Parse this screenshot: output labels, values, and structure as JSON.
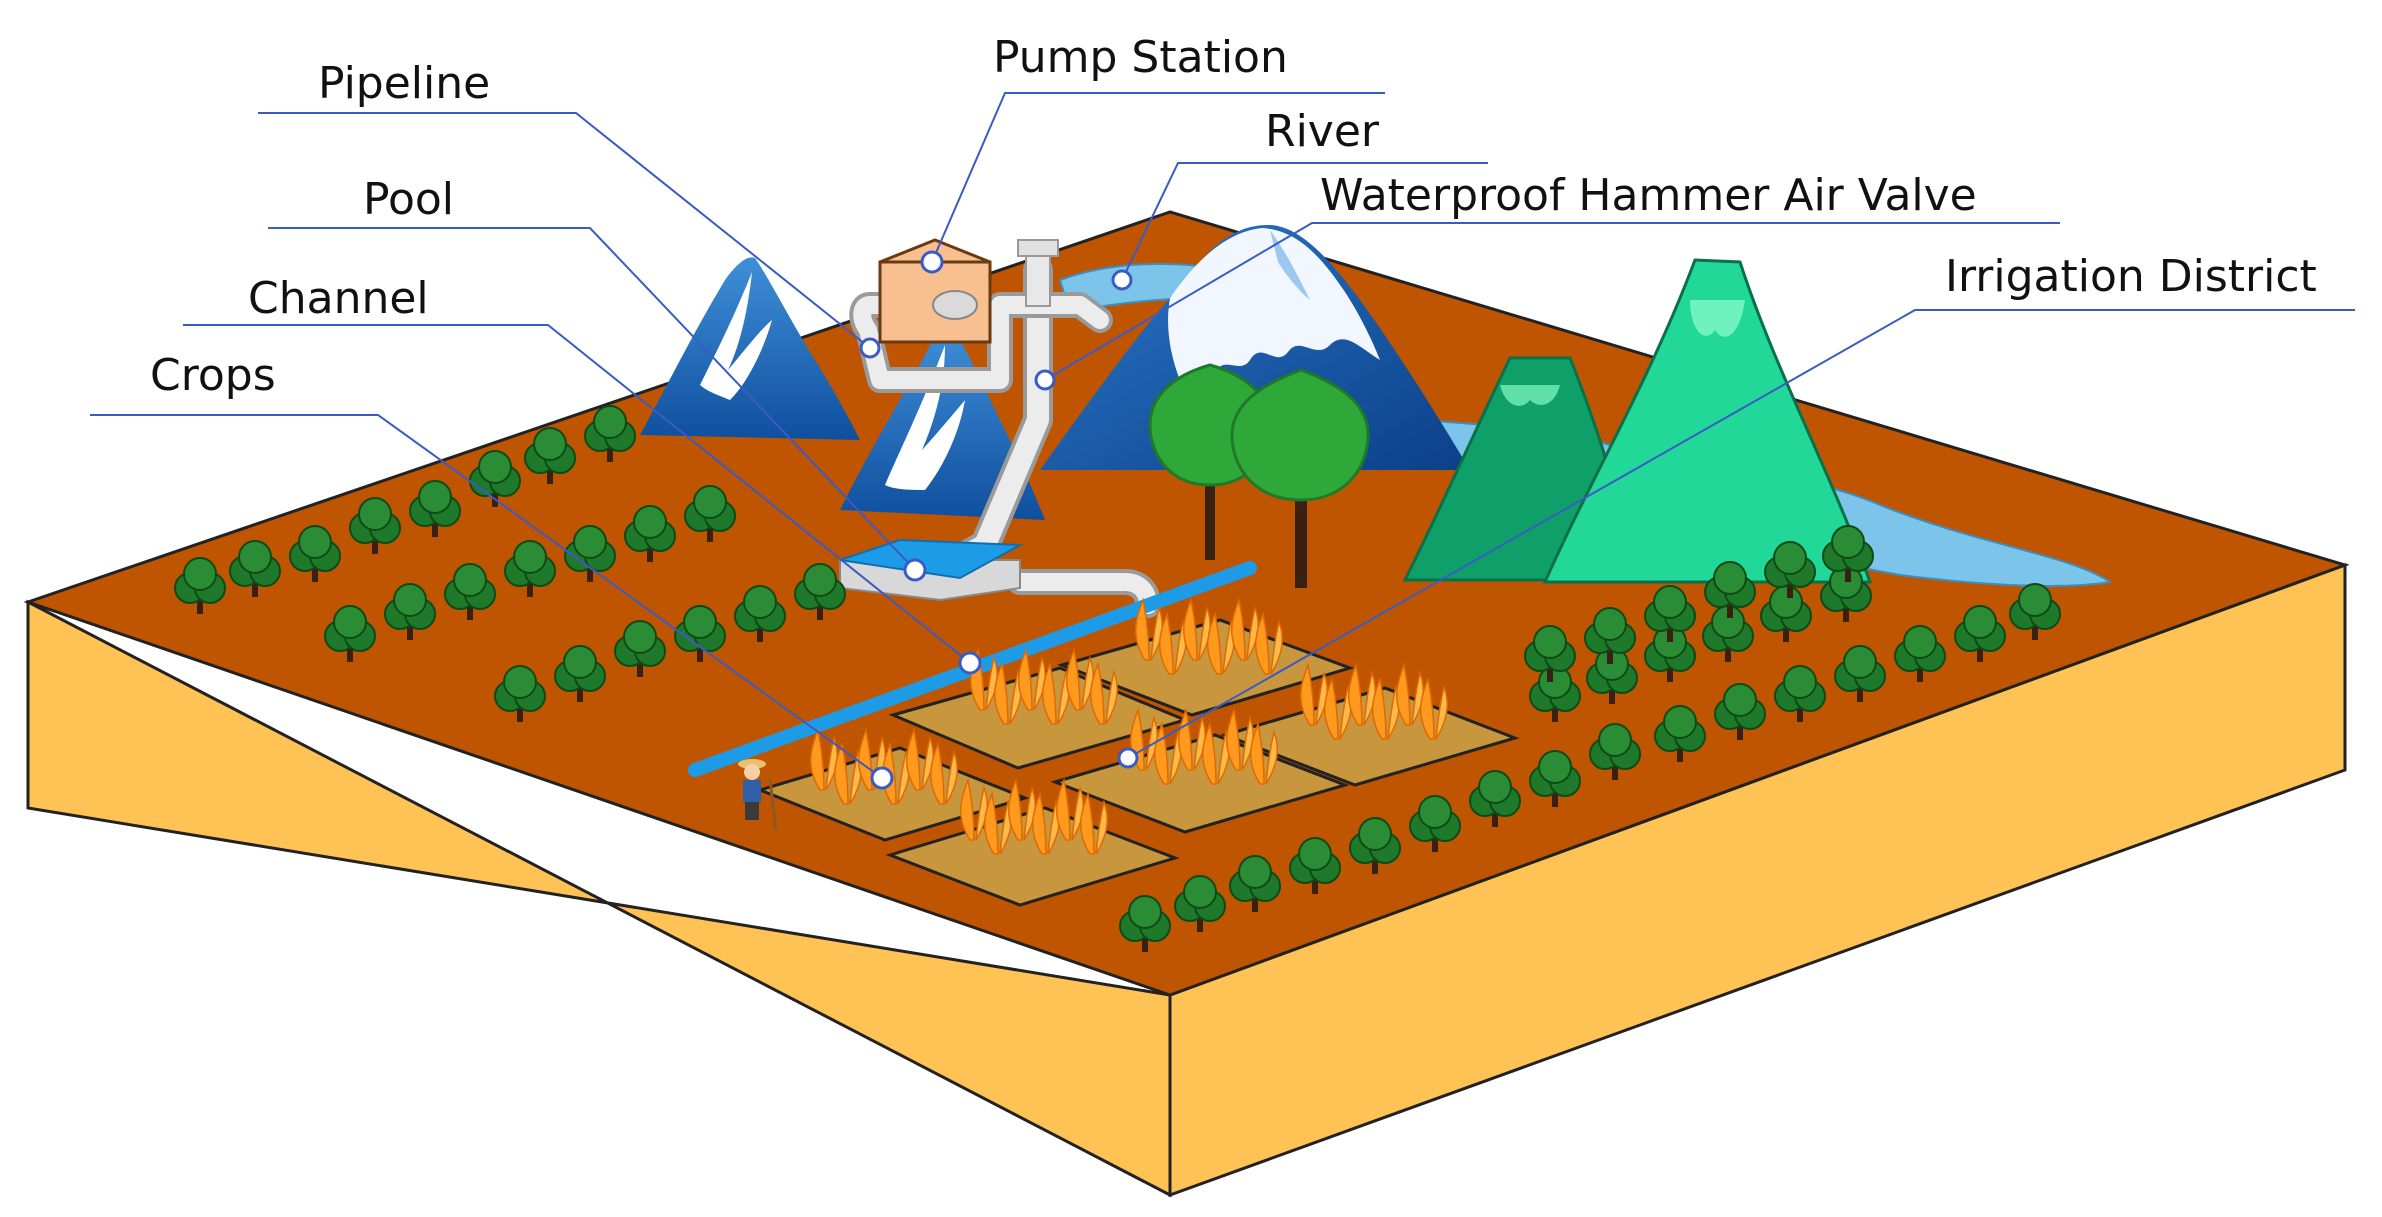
{
  "labels": {
    "pipeline": "Pipeline",
    "pump_station": "Pump Station",
    "river": "River",
    "pool": "Pool",
    "air_valve": "Waterproof Hammer Air Valve",
    "channel": "Channel",
    "irrigation_district": "Irrigation District",
    "crops": "Crops"
  },
  "colors": {
    "soil_top": "#BF5500",
    "soil_side": "#FFC355",
    "river": "#7CC4EA",
    "channel": "#1E9BE6",
    "snow_mountain": "#1E6FBF",
    "green_mountain": "#1FD08E",
    "tree": "#1E7A2A",
    "field": "#C8963C",
    "crop": "#FF9A1E",
    "callout_line": "#3B5BC4",
    "pipe": "#E8E8E8",
    "pump_house": "#F8BF90"
  },
  "icons": [
    "pump-station-icon",
    "pool-icon",
    "farmer-icon",
    "tree-icon",
    "mountain-icon",
    "crop-icon"
  ]
}
